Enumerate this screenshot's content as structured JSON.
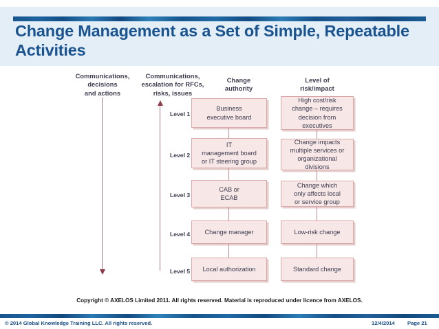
{
  "slide": {
    "title": "Change Management as a Set of Simple, Repeatable Activities",
    "accent_color": "#1a5490",
    "banner_color": "#e4eef6"
  },
  "diagram": {
    "box_fill": "#f7e7e6",
    "box_border": "#d8a9a8",
    "arrow_color": "#8e3b47",
    "column_headers": [
      "Communications,\ndecisions\nand actions",
      "Communications,\nescalation for RFCs,\nrisks, issues",
      "Change\nauthority",
      "Level of\nrisk/impact"
    ],
    "column_headers_flat": {
      "comms_decisions": "Communications, decisions and actions",
      "comms_escalation": "Communications, escalation for RFCs, risks, issues",
      "change_authority": "Change authority",
      "level_risk_impact": "Level of risk/impact"
    },
    "arrows": [
      {
        "name": "communications-down-arrow",
        "direction": "down"
      },
      {
        "name": "escalation-up-arrow",
        "direction": "up"
      }
    ],
    "rows": [
      {
        "level": "Level 1",
        "authority": "Business\nexecutive board",
        "risk": "High cost/risk\nchange – requires\ndecision from\nexecutives"
      },
      {
        "level": "Level 2",
        "authority": "IT\nmanagement board\nor IT steering group",
        "risk": "Change impacts\nmultiple services or\norganizational\ndivisions"
      },
      {
        "level": "Level 3",
        "authority": "CAB or\nECAB",
        "risk": "Change which\nonly affects local\nor service group"
      },
      {
        "level": "Level 4",
        "authority": "Change manager",
        "risk": "Low-risk change"
      },
      {
        "level": "Level 5",
        "authority": "Local authorization",
        "risk": "Standard change"
      }
    ]
  },
  "copyright": "Copyright © AXELOS Limited 2011. All rights reserved. Material is reproduced under licence from AXELOS.",
  "footer": {
    "left": "© 2014 Global Knowledge Training LLC. All rights reserved.",
    "date": "12/4/2014",
    "page": "Page 21"
  }
}
